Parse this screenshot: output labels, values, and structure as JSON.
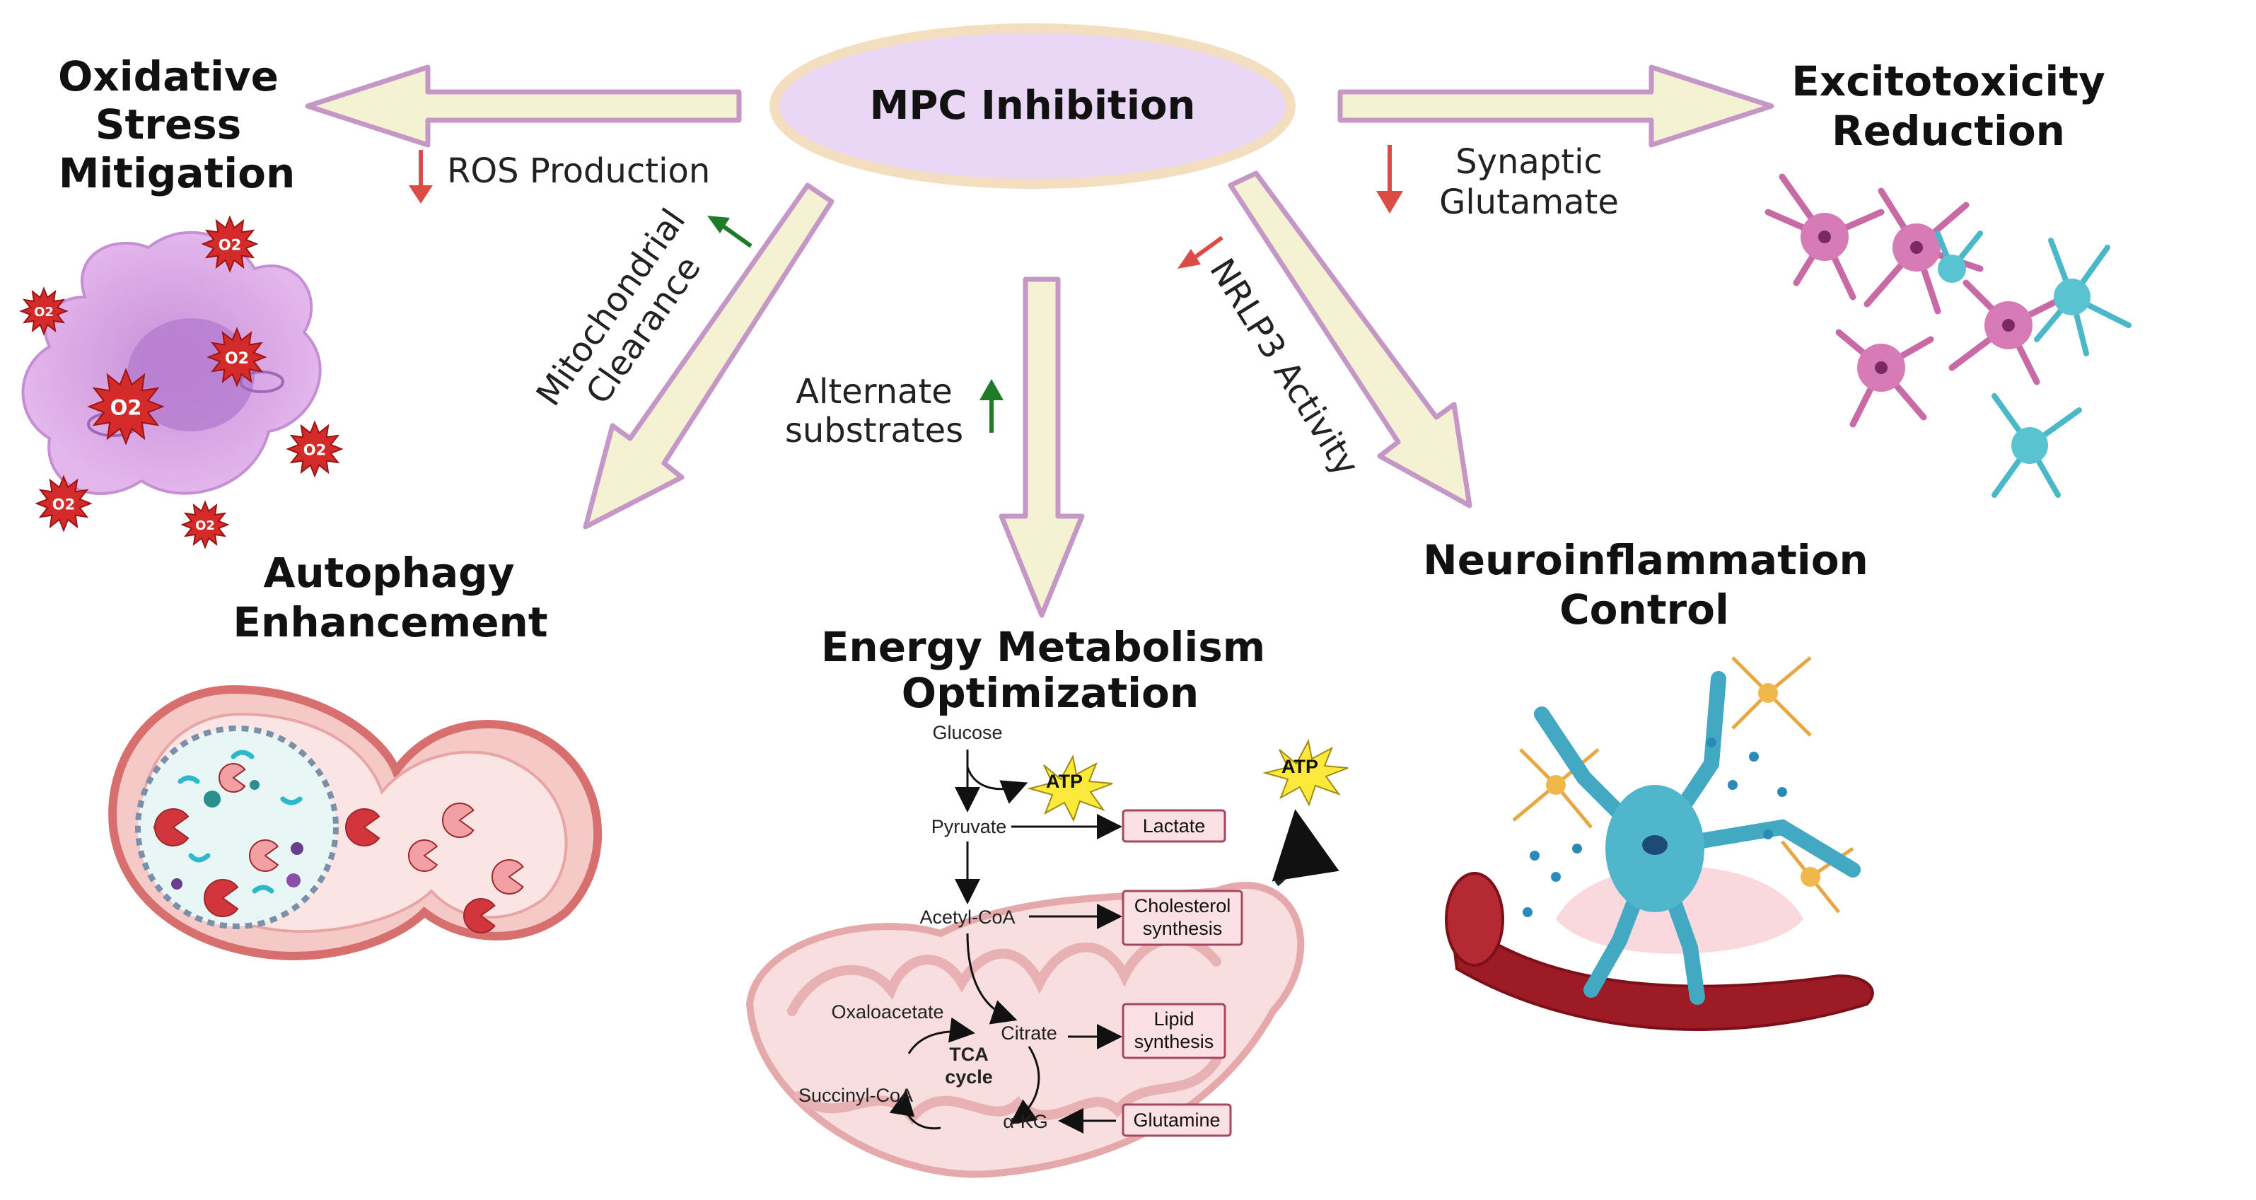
{
  "center": {
    "title": "MPC Inhibition"
  },
  "outcomes": {
    "oxidative": [
      "Oxidative",
      "Stress",
      "Mitigation"
    ],
    "excitotoxicity": [
      "Excitotoxicity",
      "Reduction"
    ],
    "autophagy": [
      "Autophagy",
      "Enhancement"
    ],
    "energy": [
      "Energy Metabolism",
      "Optimization"
    ],
    "neuroinflammation": [
      "Neuroinflammation",
      "Control"
    ]
  },
  "mechanisms": {
    "ros": "ROS Production",
    "synaptic": [
      "Synaptic",
      "Glutamate"
    ],
    "mitochondrial": [
      "Mitochondrial",
      "Clearance"
    ],
    "alternate": [
      "Alternate",
      "substrates"
    ],
    "nrlp3": "NRLP3 Activity"
  },
  "indicators": {
    "ros": "down",
    "synaptic": "down",
    "mitochondrial": "up",
    "alternate": "up",
    "nrlp3": "down"
  },
  "metabolism": {
    "glucose": "Glucose",
    "atp": "ATP",
    "pyruvate": "Pyruvate",
    "lactate": "Lactate",
    "acetyl_coa": "Acetyl-CoA",
    "cholesterol": [
      "Cholesterol",
      "synthesis"
    ],
    "oxaloacetate": "Oxaloacetate",
    "citrate": "Citrate",
    "tca": [
      "TCA",
      "cycle"
    ],
    "lipid": [
      "Lipid",
      "synthesis"
    ],
    "succinyl_coa": "Succinyl-CoA",
    "akg": "α-KG",
    "glutamine": "Glutamine"
  },
  "oxygen_label": "O2",
  "colors": {
    "arrow_fill": "#f5f1d3",
    "arrow_stroke": "#c497c6",
    "ellipse_fill": "#ead6f5",
    "ellipse_stroke": "#f3dfbf",
    "down_red": "#dc4c46",
    "up_green": "#1f7a2a",
    "box_fill": "#fbe1e6",
    "box_stroke": "#a3485e"
  }
}
